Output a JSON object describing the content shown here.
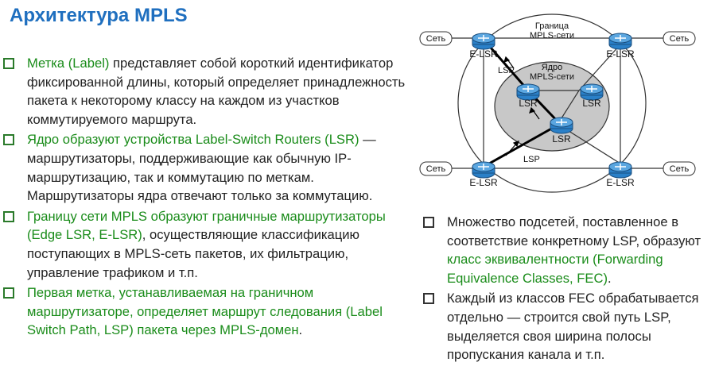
{
  "title": "Архитектура MPLS",
  "left_bullets": [
    {
      "segments": [
        {
          "text": "Метка (Label)",
          "hl": true
        },
        {
          "text": " представляет собой короткий идентификатор фиксированной длины, который определяет принадлежность пакета к некоторому классу на каждом из участков коммутируемого маршрута.",
          "hl": false
        }
      ]
    },
    {
      "segments": [
        {
          "text": "Ядро образуют устройства Label-Switch Routers (LSR)",
          "hl": true
        },
        {
          "text": " — маршрутизаторы, поддерживающие как обычную IP-маршрутизацию, так и коммутацию по меткам. Маршрутизаторы ядра отвечают только за коммутацию.",
          "hl": false
        }
      ]
    },
    {
      "segments": [
        {
          "text": "Границу сети MPLS образуют граничные маршрутизаторы (Edge LSR, E-LSR)",
          "hl": true
        },
        {
          "text": ", осуществляющие классификацию поступающих в MPLS-сеть пакетов, их фильтрацию, управление трафиком и т.п.",
          "hl": false
        }
      ]
    },
    {
      "segments": [
        {
          "text": "Первая метка, устанавливаемая на граничном маршрутизаторе, определяет маршрут следования (Label Switch Path, LSP) пакета через MPLS-домен",
          "hl": true
        },
        {
          "text": ".",
          "hl": false
        }
      ]
    }
  ],
  "right_bullets": [
    {
      "segments": [
        {
          "text": "Множество подсетей, поставленное в соответствие конкретному LSP, образуют ",
          "hl": false
        },
        {
          "text": "класс эквивалентности (Forwarding Equivalence Classes, FEC)",
          "hl": true
        },
        {
          "text": ".",
          "hl": false
        }
      ]
    },
    {
      "segments": [
        {
          "text": " Каждый из классов FEC обрабатывается отдельно — строится свой путь LSP, выделяется своя ширина полосы пропускания канала и т.п.",
          "hl": false
        }
      ]
    }
  ],
  "diagram": {
    "boundary_label_1": "Граница",
    "boundary_label_2": "MPLS-сети",
    "core_label_1": "Ядро",
    "core_label_2": "MPLS-сети",
    "elsr_label": "E-LSR",
    "lsr_label": "LSR",
    "net_label": "Сеть",
    "lsp_label": "LSP"
  },
  "colors": {
    "title": "#1f6fbf",
    "highlight": "#1a8c1a",
    "router_fill": "#2a80c8",
    "core_fill": "#c8c8c8"
  }
}
